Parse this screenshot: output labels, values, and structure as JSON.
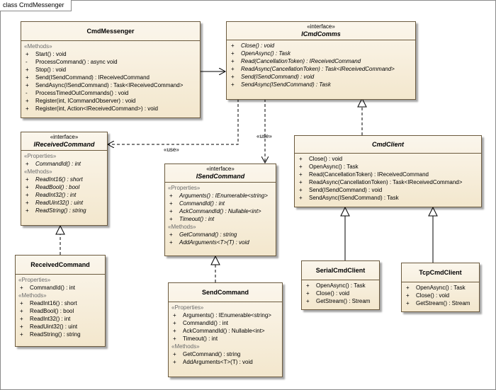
{
  "frame_title": "class CmdMessenger",
  "labels": {
    "use_section_methods": "«Methods»",
    "use_section_properties": "«Properties»"
  },
  "connectors": {
    "use1": "«use»",
    "use2": "«use»"
  },
  "classes": {
    "cmdmessenger": {
      "name": "CmdMessenger",
      "methods": [
        {
          "vis": "+",
          "sig": "Start() : void"
        },
        {
          "vis": "-",
          "sig": "ProcessCommand() : async void"
        },
        {
          "vis": "+",
          "sig": "Stop() : void"
        },
        {
          "vis": "+",
          "sig": "Send(ISendCommand) : IReceivedCommand"
        },
        {
          "vis": "+",
          "sig": "SendAsync(ISendCommand) : Task<IReceivedCommand>"
        },
        {
          "vis": "-",
          "sig": "ProcessTimedOutCommands() : void"
        },
        {
          "vis": "+",
          "sig": "Register(int, ICommandObserver) : void"
        },
        {
          "vis": "+",
          "sig": "Register(int, Action<IReceivedCommand>) : void"
        }
      ]
    },
    "icmdcomms": {
      "stereotype": "«interface»",
      "name": "ICmdComms",
      "methods": [
        {
          "vis": "+",
          "sig": "Close() : void"
        },
        {
          "vis": "+",
          "sig": "OpenAsync() : Task"
        },
        {
          "vis": "+",
          "sig": "Read(CancellationToken) : IReceivedCommand"
        },
        {
          "vis": "+",
          "sig": "ReadAsync(CancellationToken) : Task<IReceivedCommand>"
        },
        {
          "vis": "+",
          "sig": "Send(ISendCommand) : void"
        },
        {
          "vis": "+",
          "sig": "SendAsync(ISendCommand) : Task"
        }
      ]
    },
    "ireceivedcommand": {
      "stereotype": "«interface»",
      "name": "IReceivedCommand",
      "properties": [
        {
          "vis": "+",
          "sig": "CommandId() : int"
        }
      ],
      "methods": [
        {
          "vis": "+",
          "sig": "ReadInt16() : short"
        },
        {
          "vis": "+",
          "sig": "ReadBool() : bool"
        },
        {
          "vis": "+",
          "sig": "ReadInt32() : int"
        },
        {
          "vis": "+",
          "sig": "ReadUint32() : uint"
        },
        {
          "vis": "+",
          "sig": "ReadString() : string"
        }
      ]
    },
    "isendcommand": {
      "stereotype": "«interface»",
      "name": "ISendCommand",
      "properties": [
        {
          "vis": "+",
          "sig": "Arguments() : IEnumerable<string>"
        },
        {
          "vis": "+",
          "sig": "CommandId() : int"
        },
        {
          "vis": "+",
          "sig": "AckCommandId() : Nullable<int>"
        },
        {
          "vis": "+",
          "sig": "Timeout() : int"
        }
      ],
      "methods": [
        {
          "vis": "+",
          "sig": "GetCommand() : string"
        },
        {
          "vis": "+",
          "sig": "AddArguments<T>(T) : void"
        }
      ]
    },
    "cmdclient": {
      "name": "CmdClient",
      "methods": [
        {
          "vis": "+",
          "sig": "Close() : void"
        },
        {
          "vis": "+",
          "sig": "OpenAsync() : Task"
        },
        {
          "vis": "+",
          "sig": "Read(CancellationToken) : IReceivedCommand"
        },
        {
          "vis": "+",
          "sig": "ReadAsync(CancellationToken) : Task<IReceivedCommand>"
        },
        {
          "vis": "+",
          "sig": "Send(ISendCommand) : void"
        },
        {
          "vis": "+",
          "sig": "SendAsync(ISendCommand) : Task"
        }
      ]
    },
    "receivedcommand": {
      "name": "ReceivedCommand",
      "properties": [
        {
          "vis": "+",
          "sig": "CommandId() : int"
        }
      ],
      "methods": [
        {
          "vis": "+",
          "sig": "ReadInt16() : short"
        },
        {
          "vis": "+",
          "sig": "ReadBool() : bool"
        },
        {
          "vis": "+",
          "sig": "ReadInt32() : int"
        },
        {
          "vis": "+",
          "sig": "ReadUint32() : uint"
        },
        {
          "vis": "+",
          "sig": "ReadString() : string"
        }
      ]
    },
    "sendcommand": {
      "name": "SendCommand",
      "properties": [
        {
          "vis": "+",
          "sig": "Arguments() : IEnumerable<string>"
        },
        {
          "vis": "+",
          "sig": "CommandId() : int"
        },
        {
          "vis": "+",
          "sig": "AckCommandId() : Nullable<int>"
        },
        {
          "vis": "+",
          "sig": "Timeout() : int"
        }
      ],
      "methods": [
        {
          "vis": "+",
          "sig": "GetCommand() : string"
        },
        {
          "vis": "+",
          "sig": "AddArguments<T>(T) : void"
        }
      ]
    },
    "serialcmdclient": {
      "name": "SerialCmdClient",
      "methods": [
        {
          "vis": "+",
          "sig": "OpenAsync() : Task"
        },
        {
          "vis": "+",
          "sig": "Close() : void"
        },
        {
          "vis": "+",
          "sig": "GetStream() : Stream"
        }
      ]
    },
    "tcpcmdclient": {
      "name": "TcpCmdClient",
      "methods": [
        {
          "vis": "+",
          "sig": "OpenAsync() : Task"
        },
        {
          "vis": "+",
          "sig": "Close() : void"
        },
        {
          "vis": "+",
          "sig": "GetStream() : Stream"
        }
      ]
    }
  }
}
